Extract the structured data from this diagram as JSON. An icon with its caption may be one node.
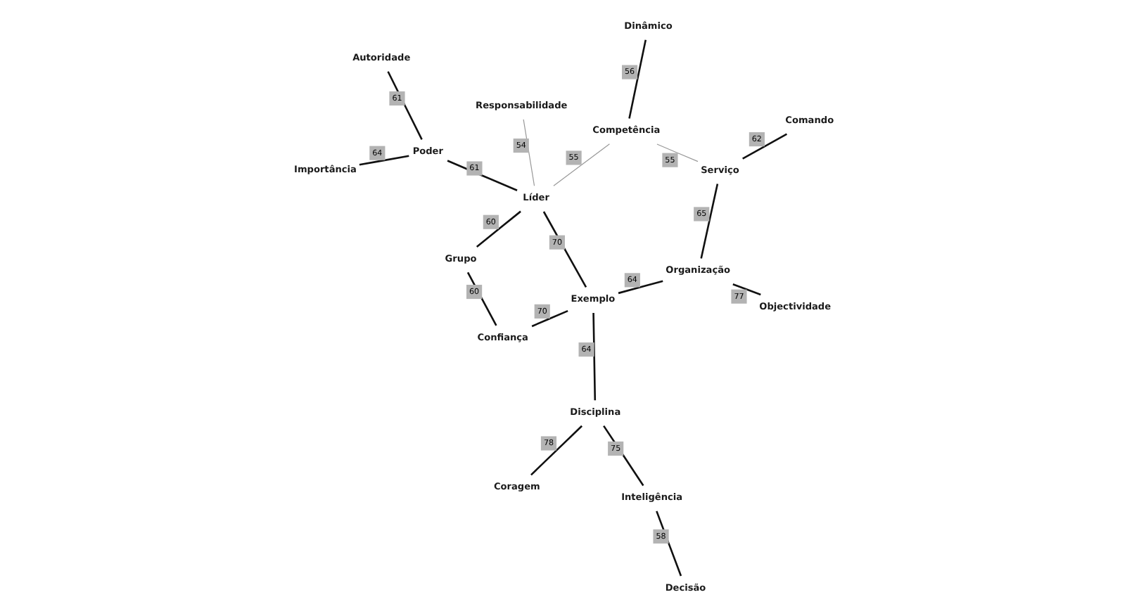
{
  "diagram": {
    "nodes": [
      {
        "text": [
          "Grupo"
        ]
      },
      {
        "text": [
          "Responsabilidade"
        ]
      },
      {
        "text": [
          "Confiança"
        ]
      },
      {
        "text": [
          "Líder"
        ]
      },
      {
        "text": [
          "Autoridade"
        ]
      },
      {
        "text": [
          "Coragem"
        ]
      },
      {
        "text": [
          "Exemplo"
        ]
      },
      {
        "text": [
          "Poder"
        ]
      },
      {
        "text": [
          "Disciplina"
        ]
      },
      {
        "text": [
          "Organização"
        ]
      },
      {
        "text": [
          "Competência"
        ]
      },
      {
        "text": [
          "Importância"
        ]
      },
      {
        "text": [
          "Inteligência"
        ]
      },
      {
        "text": [
          "Objectividade"
        ]
      },
      {
        "text": [
          "Serviço"
        ]
      },
      {
        "text": [
          "Dinâmico"
        ]
      },
      {
        "text": [
          "Decisão"
        ]
      },
      {
        "text": [
          "Comando"
        ]
      }
    ],
    "edges": [
      {
        "from": 2,
        "to": 0,
        "arrow": "none",
        "label": "60"
      },
      {
        "from": 0,
        "to": 3,
        "arrow": "none",
        "label": "60"
      },
      {
        "from": 3,
        "to": 1,
        "arrow": "none",
        "label": "54",
        "color": "#999999"
      },
      {
        "from": 2,
        "to": 6,
        "arrow": "none",
        "label": "70"
      },
      {
        "from": 6,
        "to": 3,
        "arrow": "none",
        "label": "70"
      },
      {
        "from": 3,
        "to": 7,
        "arrow": "none",
        "label": "61"
      },
      {
        "from": 4,
        "to": 7,
        "arrow": "none",
        "label": "61"
      },
      {
        "from": 7,
        "to": 11,
        "arrow": "none",
        "label": "64"
      },
      {
        "from": 3,
        "to": 10,
        "arrow": "none",
        "label": "55",
        "color": "#999999"
      },
      {
        "from": 5,
        "to": 8,
        "arrow": "none",
        "label": "78"
      },
      {
        "from": 8,
        "to": 6,
        "arrow": "none",
        "label": "64"
      },
      {
        "from": 6,
        "to": 9,
        "arrow": "none",
        "label": "64"
      },
      {
        "from": 8,
        "to": 12,
        "arrow": "none",
        "label": "75"
      },
      {
        "from": 13,
        "to": 9,
        "arrow": "none",
        "label": "77"
      },
      {
        "from": 9,
        "to": 14,
        "arrow": "none",
        "label": "65"
      },
      {
        "from": 14,
        "to": 10,
        "arrow": "none",
        "label": "55",
        "color": "#999999"
      },
      {
        "from": 10,
        "to": 15,
        "arrow": "none",
        "label": "56"
      },
      {
        "from": 12,
        "to": 16,
        "arrow": "none",
        "label": "58"
      },
      {
        "from": 17,
        "to": 14,
        "arrow": "none",
        "label": "62"
      }
    ]
  }
}
